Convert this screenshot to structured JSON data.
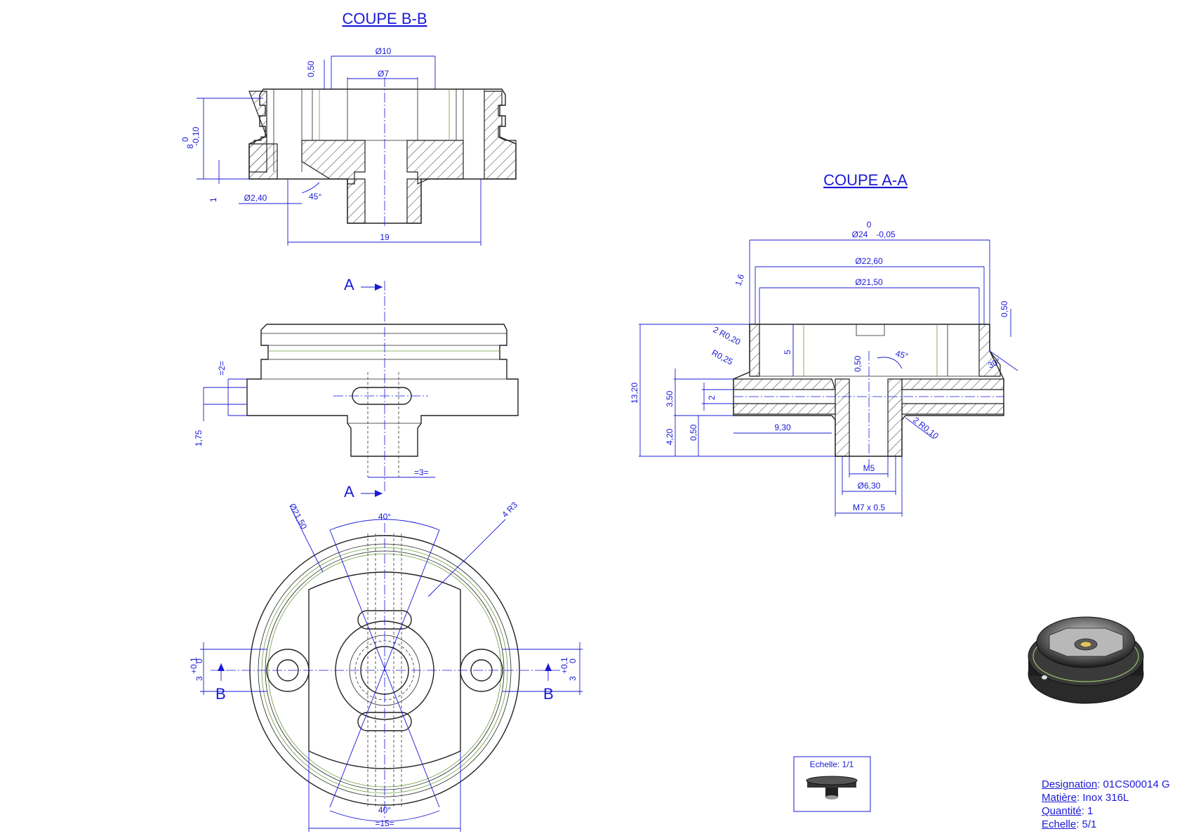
{
  "views": {
    "section_bb_title": "COUPE B-B",
    "section_aa_title": "COUPE A-A",
    "marker_a": "A",
    "marker_b": "B"
  },
  "dimensions_bb": {
    "d10": "Ø10",
    "d7": "Ø7",
    "t050": "0,50",
    "h8": "8",
    "h8_tol": "-0,10",
    "h8_tol0": "0",
    "one": "1",
    "d240": "Ø2,40",
    "ang45": "45°",
    "w19": "19"
  },
  "dimensions_side": {
    "eq2": "=2=",
    "d175": "1,75",
    "eq3": "=3="
  },
  "dimensions_top": {
    "d2150": "Ø21,50",
    "a40_top": "40°",
    "r3": "4 R3",
    "tol_top": "+0,1",
    "tol_zero": "0",
    "three": "3",
    "a40_bot": "40°",
    "eq15": "=15="
  },
  "dimensions_aa": {
    "tol0": "0",
    "d24": "Ø24",
    "d24_tol": "-0,05",
    "d2260": "Ø22,60",
    "d2150": "Ø21,50",
    "c16": "1,6",
    "t050r": "0,50",
    "r020": "2 R0,20",
    "r025": "R0,25",
    "five": "5",
    "t050c": "0,50",
    "ang45": "45°",
    "ang30": "30°",
    "h1320": "13,20",
    "h350": "3,50",
    "two": "2",
    "h420": "4,20",
    "h050": "0,50",
    "w930": "9,30",
    "r010": "2 R0,10",
    "m5": "M5",
    "d630": "Ø6,30",
    "m7": "M7 x 0.5"
  },
  "scale_box": {
    "label": "Echelle: 1/1"
  },
  "title_block": {
    "designation_label": "Designation",
    "designation_value": ": 01CS00014 G",
    "material_label": "Matière",
    "material_value": ": Inox 316L",
    "quantity_label": "Quantité",
    "quantity_value": ": 1",
    "scale_label": "Echelle",
    "scale_value": ": 5/1"
  },
  "colors": {
    "annotation": "#1a1ad6",
    "outline": "#222222",
    "tangent_edge": "#6a9a3a"
  }
}
